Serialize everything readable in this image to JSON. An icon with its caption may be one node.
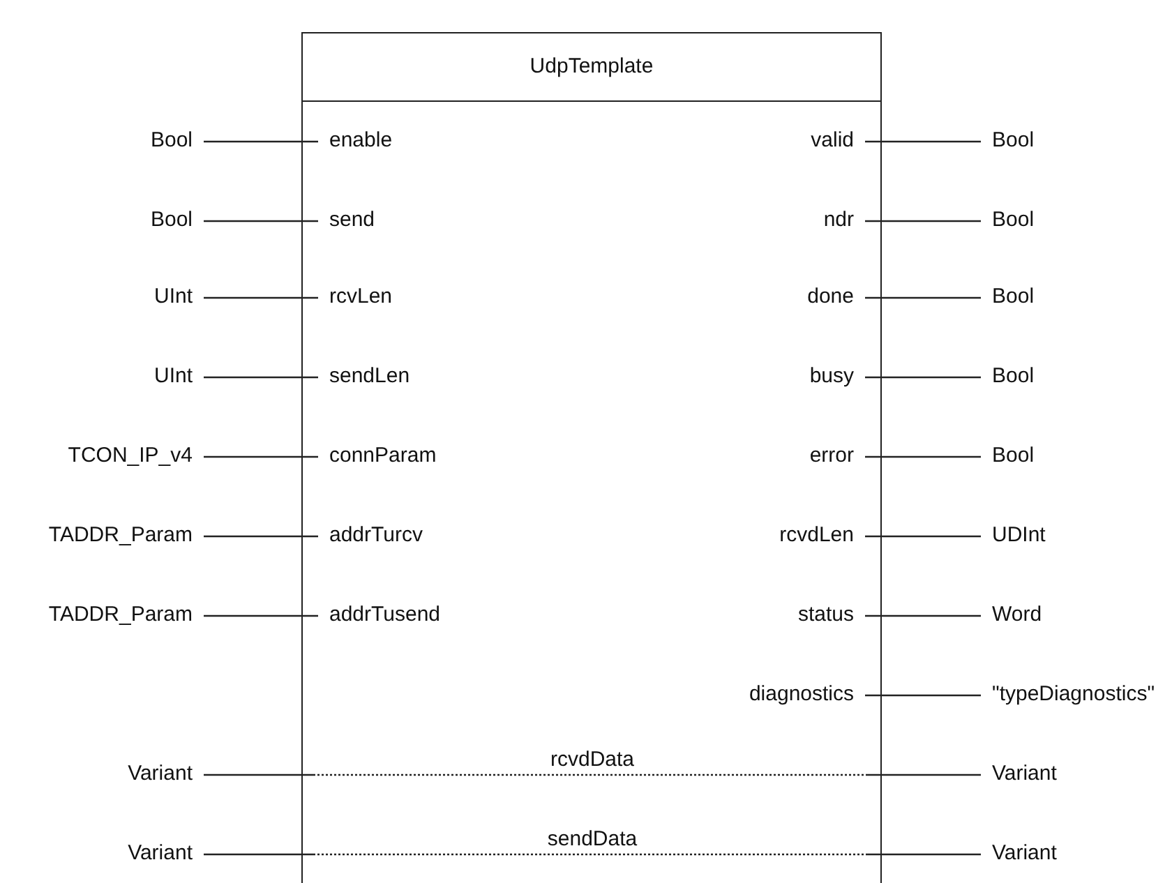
{
  "diagram": {
    "nodes": [
      {
        "text": [
          "UdpTemplate"
        ]
      },
      {
        "text": [
          "enable"
        ],
        "in": 0
      },
      {
        "text": [
          "send"
        ],
        "in": 0
      },
      {
        "text": [
          "rcvLen"
        ],
        "in": 0
      },
      {
        "text": [
          "sendLen"
        ],
        "in": 0
      },
      {
        "text": [
          "connParam"
        ],
        "in": 0
      },
      {
        "text": [
          "addrTurcv"
        ],
        "in": 0
      },
      {
        "text": [
          "addrTusend"
        ],
        "in": 0
      },
      {
        "text": [
          "valid"
        ],
        "in": 0
      },
      {
        "text": [
          "ndr"
        ],
        "in": 0
      },
      {
        "text": [
          "done"
        ],
        "in": 0
      },
      {
        "text": [
          "busy"
        ],
        "in": 0
      },
      {
        "text": [
          "error"
        ],
        "in": 0
      },
      {
        "text": [
          "rcvdLen"
        ],
        "in": 0
      },
      {
        "text": [
          "status"
        ],
        "in": 0
      },
      {
        "text": [
          "diagnostics"
        ],
        "in": 0
      },
      {
        "text": [
          "Bool"
        ]
      },
      {
        "text": [
          "Bool"
        ]
      },
      {
        "text": [
          "UInt"
        ]
      },
      {
        "text": [
          "UInt"
        ]
      },
      {
        "text": [
          "TCON_IP_v4"
        ]
      },
      {
        "text": [
          "TADDR_Param"
        ]
      },
      {
        "text": [
          "TADDR_Param"
        ]
      },
      {
        "text": [
          "Bool"
        ]
      },
      {
        "text": [
          "Bool"
        ]
      },
      {
        "text": [
          "Bool"
        ]
      },
      {
        "text": [
          "Bool"
        ]
      },
      {
        "text": [
          "Bool"
        ]
      },
      {
        "text": [
          "UDInt"
        ]
      },
      {
        "text": [
          "Word"
        ]
      },
      {
        "text": [
          "\"typeDiagnostics\""
        ]
      },
      {
        "text": [
          "Variant"
        ]
      },
      {
        "text": [
          "Variant"
        ]
      },
      {
        "text": [
          "Variant"
        ]
      },
      {
        "text": [
          "Variant"
        ]
      }
    ],
    "edges": [
      {
        "from": 16,
        "to": 1,
        "arrow": "none"
      },
      {
        "from": 17,
        "to": 2,
        "arrow": "none"
      },
      {
        "from": 18,
        "to": 3,
        "arrow": "none"
      },
      {
        "from": 19,
        "to": 4,
        "arrow": "none"
      },
      {
        "from": 20,
        "to": 5,
        "arrow": "none"
      },
      {
        "from": 21,
        "to": 6,
        "arrow": "none"
      },
      {
        "from": 22,
        "to": 7,
        "arrow": "none"
      },
      {
        "from": 8,
        "to": 23,
        "arrow": "none"
      },
      {
        "from": 9,
        "to": 24,
        "arrow": "none"
      },
      {
        "from": 10,
        "to": 25,
        "arrow": "none"
      },
      {
        "from": 11,
        "to": 26,
        "arrow": "none"
      },
      {
        "from": 12,
        "to": 27,
        "arrow": "none"
      },
      {
        "from": 13,
        "to": 28,
        "arrow": "none"
      },
      {
        "from": 14,
        "to": 29,
        "arrow": "none"
      },
      {
        "from": 15,
        "to": 30,
        "arrow": "none"
      },
      {
        "from": 31,
        "to": 33,
        "arrow": "none",
        "label": "rcvdData",
        "style": "dashed"
      },
      {
        "from": 32,
        "to": 34,
        "arrow": "none",
        "label": "sendData",
        "style": "dashed"
      }
    ]
  }
}
